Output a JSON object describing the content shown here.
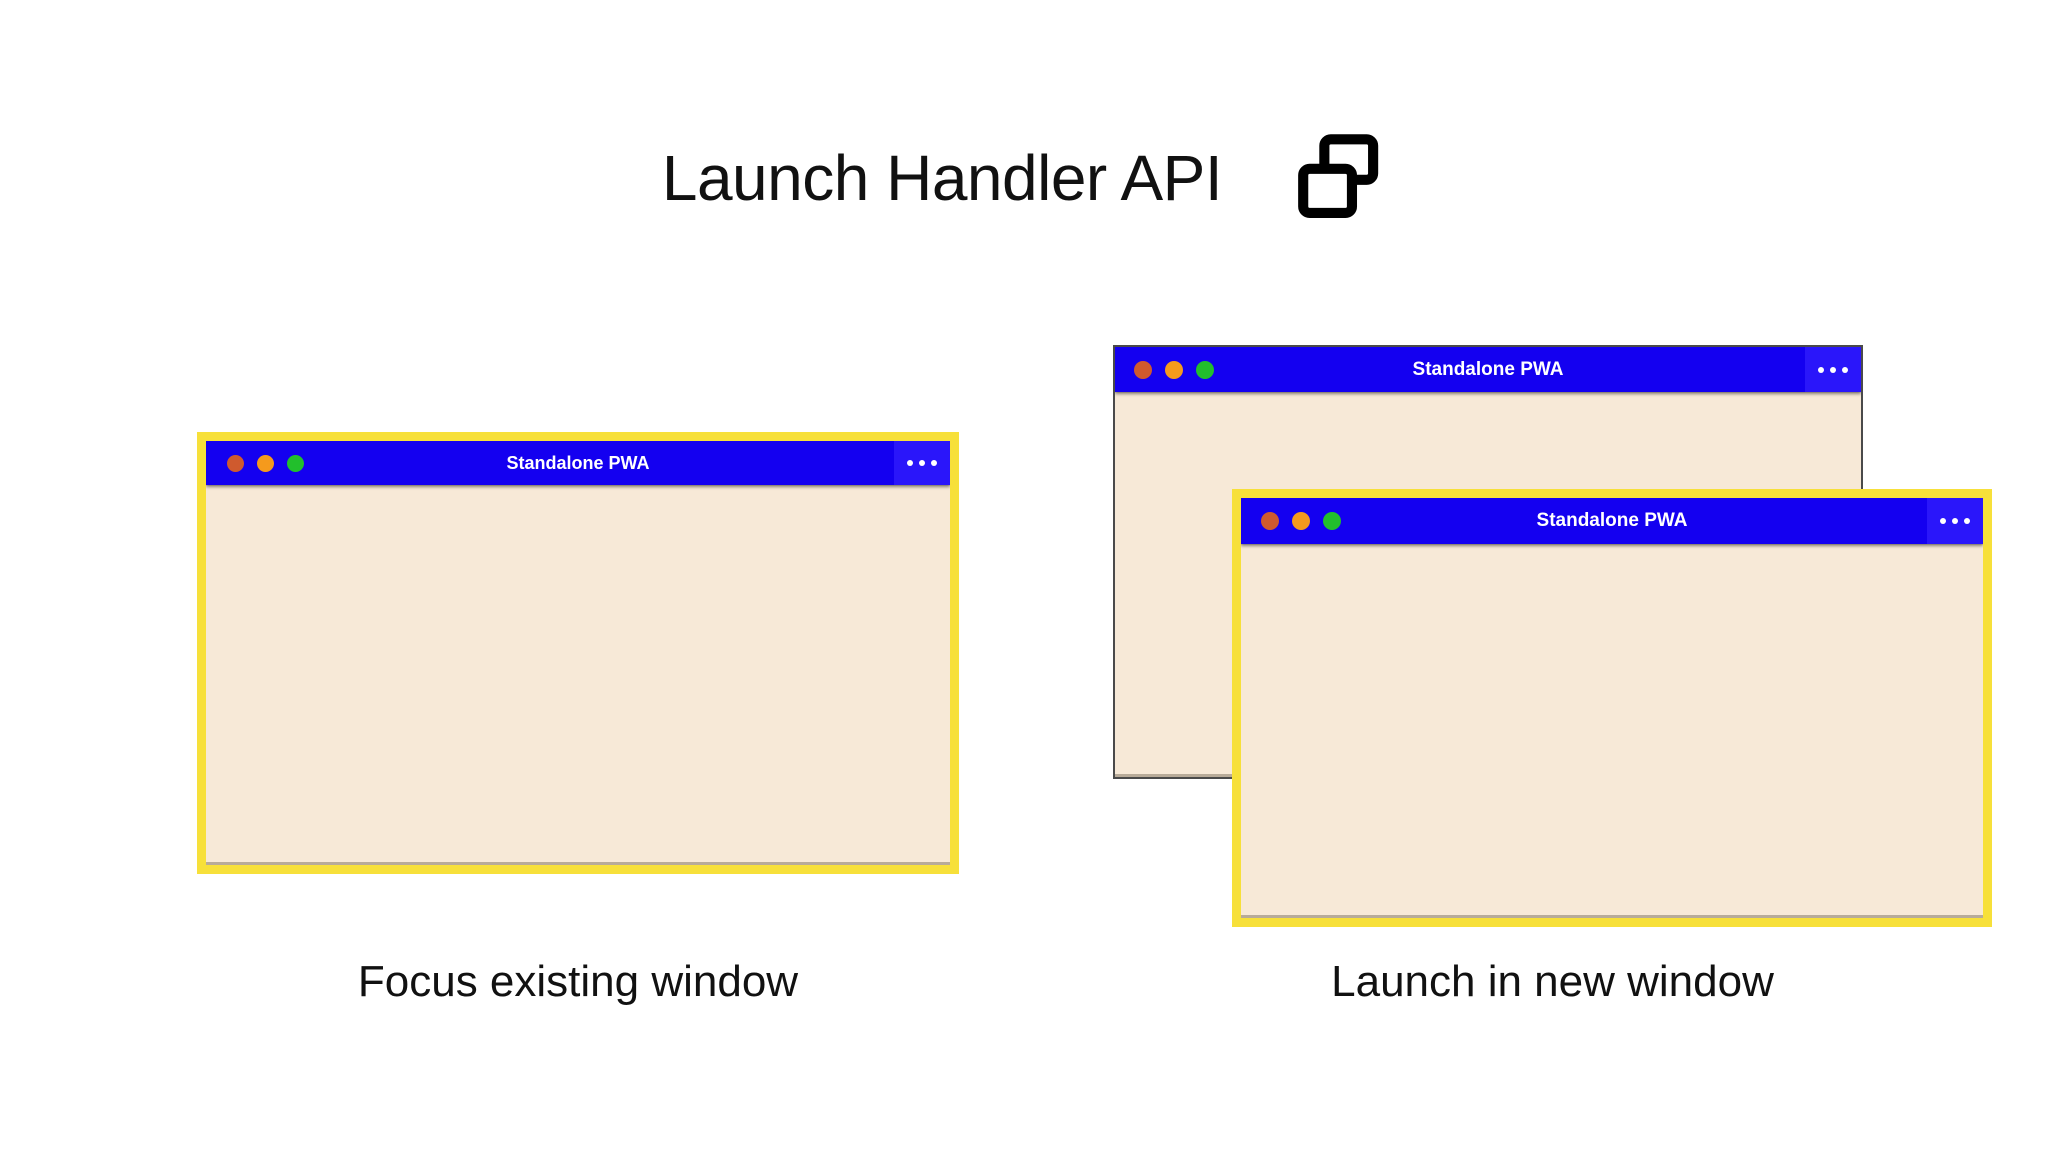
{
  "header": {
    "title": "Launch Handler API",
    "icon": "multi-window-icon"
  },
  "colors": {
    "background": "#ffffff",
    "titlebar_blue": "#1400f0",
    "menu_button_blue": "#2a16fa",
    "window_body_cream": "#f7e9d7",
    "focus_border_yellow": "#f7e03a",
    "unfocused_border_gray": "#4a4a4a",
    "dot_close": "#cf5a2e",
    "dot_minimize": "#f59a1c",
    "dot_maximize": "#22bf2c",
    "text_dark": "#111111",
    "titlebar_text": "#ffffff"
  },
  "windows": {
    "left": {
      "title": "Standalone PWA",
      "menu_label": "•••",
      "focused": true
    },
    "right_back": {
      "title": "Standalone PWA",
      "menu_label": "•••",
      "focused": false
    },
    "right_front": {
      "title": "Standalone PWA",
      "menu_label": "•••",
      "focused": true
    }
  },
  "captions": {
    "left": "Focus existing window",
    "right": "Launch in new window"
  },
  "traffic_light_names": [
    "close-dot",
    "minimize-dot",
    "maximize-dot"
  ]
}
